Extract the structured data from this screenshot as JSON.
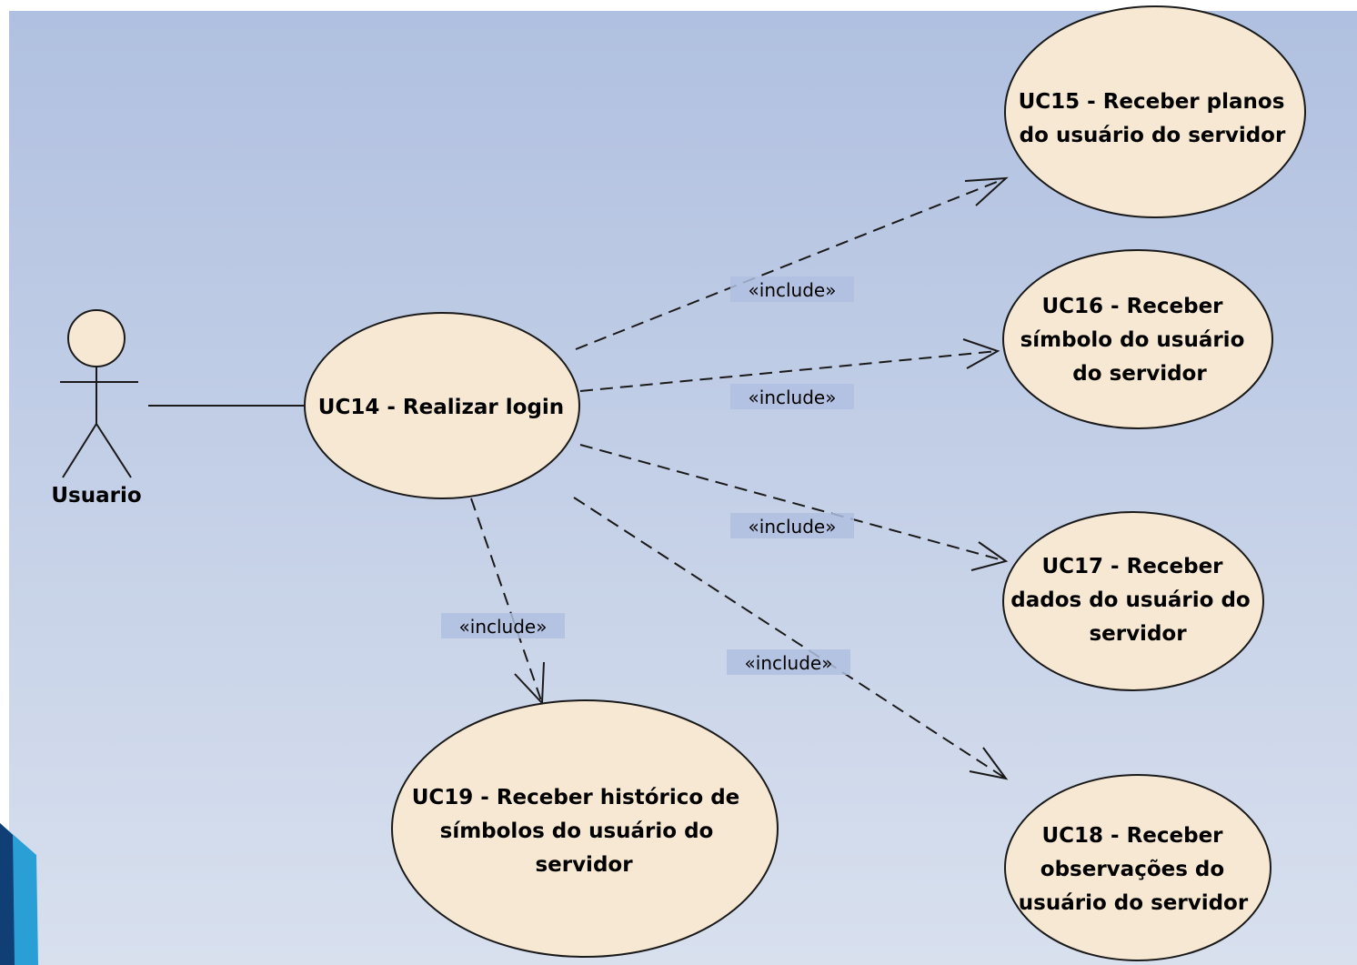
{
  "colors": {
    "background_top": "#b0c0e0",
    "background_bottom": "#d8e0ee",
    "use_case_fill": "#f6e8d2",
    "use_case_stroke": "#1a1a1a",
    "line": "#1a1a1a",
    "corner_accent": "#2a9fd6"
  },
  "actor": {
    "name": "Usuario"
  },
  "use_cases": {
    "uc14": {
      "lines": [
        "UC14 - Realizar login"
      ]
    },
    "uc15": {
      "lines": [
        "UC15 - Receber planos",
        "do usuário do servidor"
      ]
    },
    "uc16": {
      "lines": [
        "UC16 - Receber",
        "símbolo do usuário",
        "do servidor"
      ]
    },
    "uc17": {
      "lines": [
        "UC17 - Receber",
        "dados do usuário do",
        "servidor"
      ]
    },
    "uc18": {
      "lines": [
        "UC18 - Receber",
        "observações do",
        "usuário do servidor"
      ]
    },
    "uc19": {
      "lines": [
        "UC19 - Receber histórico de",
        "símbolos do usuário do",
        "servidor"
      ]
    }
  },
  "relations": {
    "include_label": "«include»"
  }
}
